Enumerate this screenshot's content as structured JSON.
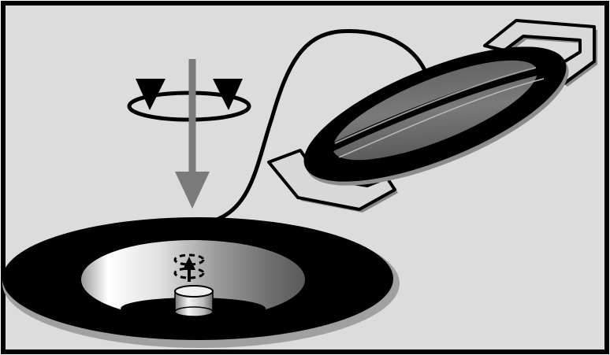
{
  "figure": {
    "description_parts": [
      "rotate-arrows-icon",
      "insert-arrow-icon",
      "cable",
      "lid-with-handles",
      "round-receptacle",
      "center-post",
      "small-rotate-indicator-icon"
    ],
    "colors": {
      "background": "#dcdcdc",
      "frame": "#000000",
      "arrow": "#7a7a7a",
      "receptacle_rim": "#000000",
      "lid_center": "#6a6a6a",
      "handles": "#d8d8d8"
    }
  }
}
